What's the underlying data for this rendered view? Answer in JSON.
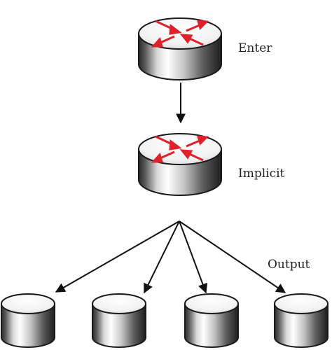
{
  "labels": {
    "enter": "Enter",
    "implicit": "Implicit",
    "output": "Output"
  },
  "nodes": {
    "top_router": "router-icon",
    "middle_router": "router-icon",
    "outputs": [
      "cylinder-icon",
      "cylinder-icon",
      "cylinder-icon",
      "cylinder-icon"
    ]
  },
  "colors": {
    "arrow_red": "#e0202a",
    "outline": "#1a1a1a",
    "connector": "#111111"
  }
}
